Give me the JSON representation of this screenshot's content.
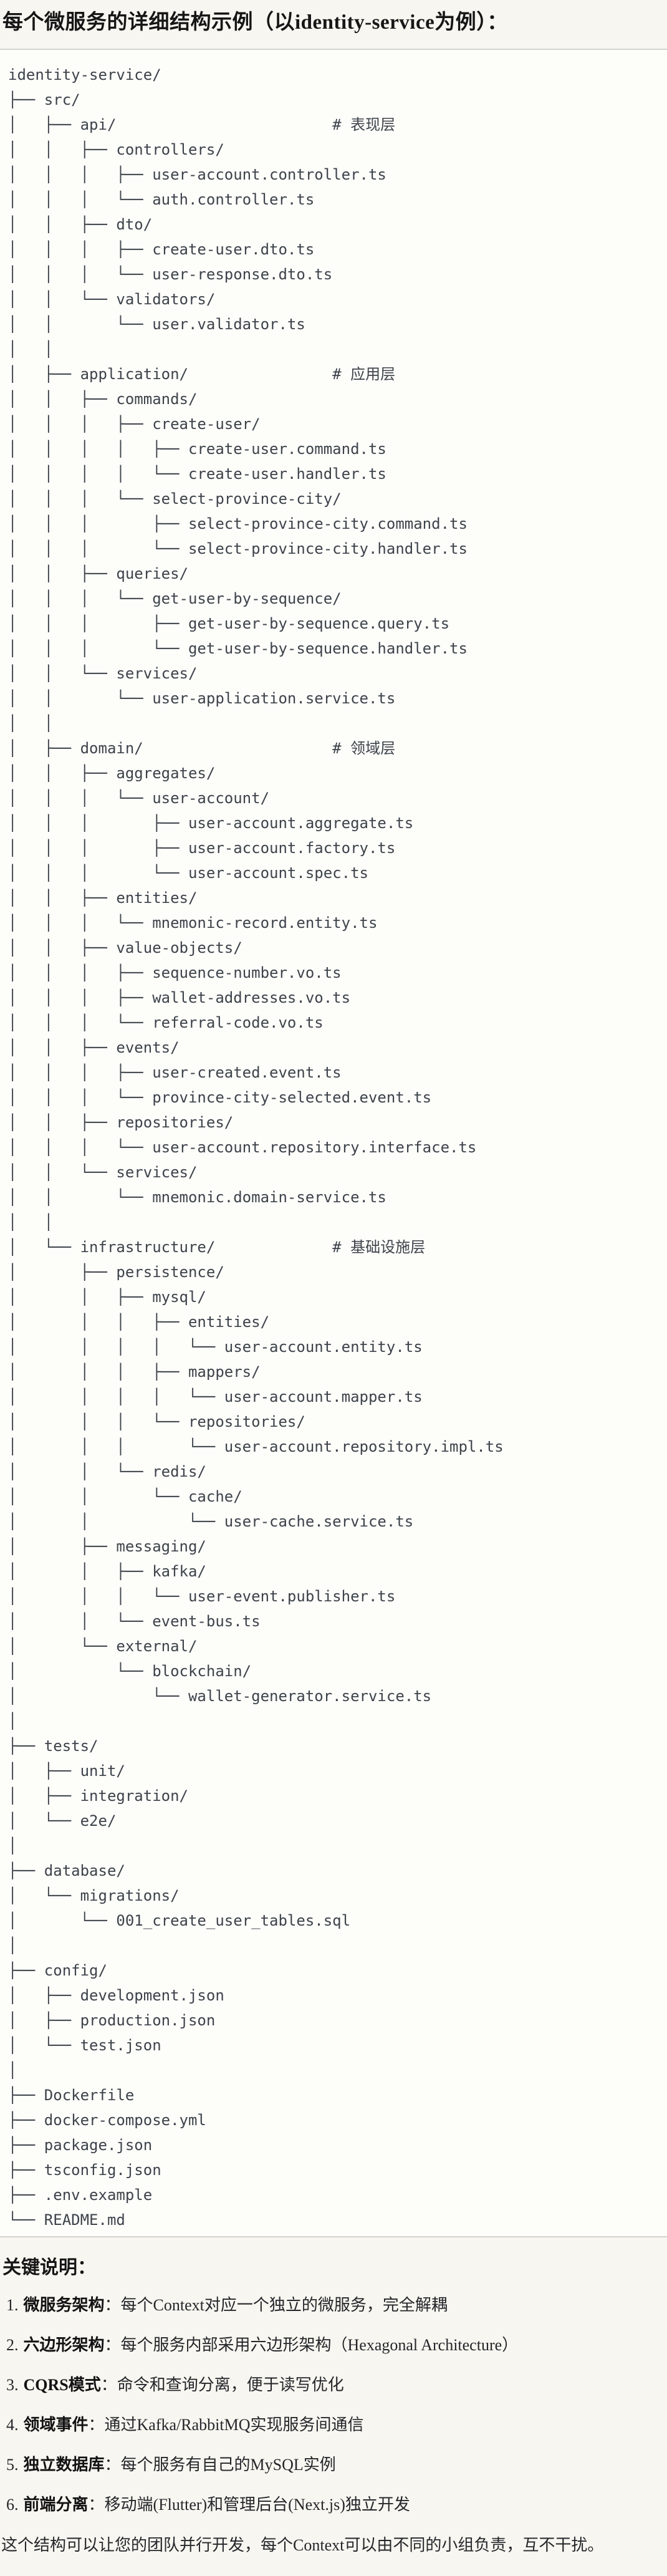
{
  "page": {
    "title": "每个微服务的详细结构示例（以identity-service为例）：",
    "notes_heading": "关键说明：",
    "footer": "这个结构可以让您的团队并行开发，每个Context可以由不同的小组负责，互不干扰。"
  },
  "colors": {
    "page_background": "#f7f6f0",
    "code_background": "#fdfdfa",
    "code_border": "#d4d3cd",
    "code_text": "#3d434a",
    "heading_text": "#161616",
    "body_text": "#25262a"
  },
  "tree": {
    "layer_comments": [
      "# 表现层",
      "# 应用层",
      "# 领域层",
      "# 基础设施层"
    ],
    "lines": [
      "identity-service/",
      "├── src/",
      "│   ├── api/                        # 表现层",
      "│   │   ├── controllers/",
      "│   │   │   ├── user-account.controller.ts",
      "│   │   │   └── auth.controller.ts",
      "│   │   ├── dto/",
      "│   │   │   ├── create-user.dto.ts",
      "│   │   │   └── user-response.dto.ts",
      "│   │   └── validators/",
      "│   │       └── user.validator.ts",
      "│   │",
      "│   ├── application/                # 应用层",
      "│   │   ├── commands/",
      "│   │   │   ├── create-user/",
      "│   │   │   │   ├── create-user.command.ts",
      "│   │   │   │   └── create-user.handler.ts",
      "│   │   │   └── select-province-city/",
      "│   │   │       ├── select-province-city.command.ts",
      "│   │   │       └── select-province-city.handler.ts",
      "│   │   ├── queries/",
      "│   │   │   └── get-user-by-sequence/",
      "│   │   │       ├── get-user-by-sequence.query.ts",
      "│   │   │       └── get-user-by-sequence.handler.ts",
      "│   │   └── services/",
      "│   │       └── user-application.service.ts",
      "│   │",
      "│   ├── domain/                     # 领域层",
      "│   │   ├── aggregates/",
      "│   │   │   └── user-account/",
      "│   │   │       ├── user-account.aggregate.ts",
      "│   │   │       ├── user-account.factory.ts",
      "│   │   │       └── user-account.spec.ts",
      "│   │   ├── entities/",
      "│   │   │   └── mnemonic-record.entity.ts",
      "│   │   ├── value-objects/",
      "│   │   │   ├── sequence-number.vo.ts",
      "│   │   │   ├── wallet-addresses.vo.ts",
      "│   │   │   └── referral-code.vo.ts",
      "│   │   ├── events/",
      "│   │   │   ├── user-created.event.ts",
      "│   │   │   └── province-city-selected.event.ts",
      "│   │   ├── repositories/",
      "│   │   │   └── user-account.repository.interface.ts",
      "│   │   └── services/",
      "│   │       └── mnemonic.domain-service.ts",
      "│   │",
      "│   └── infrastructure/             # 基础设施层",
      "│       ├── persistence/",
      "│       │   ├── mysql/",
      "│       │   │   ├── entities/",
      "│       │   │   │   └── user-account.entity.ts",
      "│       │   │   ├── mappers/",
      "│       │   │   │   └── user-account.mapper.ts",
      "│       │   │   └── repositories/",
      "│       │   │       └── user-account.repository.impl.ts",
      "│       │   └── redis/",
      "│       │       └── cache/",
      "│       │           └── user-cache.service.ts",
      "│       ├── messaging/",
      "│       │   ├── kafka/",
      "│       │   │   └── user-event.publisher.ts",
      "│       │   └── event-bus.ts",
      "│       └── external/",
      "│           └── blockchain/",
      "│               └── wallet-generator.service.ts",
      "│",
      "├── tests/",
      "│   ├── unit/",
      "│   ├── integration/",
      "│   └── e2e/",
      "│",
      "├── database/",
      "│   └── migrations/",
      "│       └── 001_create_user_tables.sql",
      "│",
      "├── config/",
      "│   ├── development.json",
      "│   ├── production.json",
      "│   └── test.json",
      "│",
      "├── Dockerfile",
      "├── docker-compose.yml",
      "├── package.json",
      "├── tsconfig.json",
      "├── .env.example",
      "└── README.md"
    ]
  },
  "notes": [
    {
      "num": "1.",
      "term": "微服务架构",
      "colon": "：",
      "text": "每个Context对应一个独立的微服务，完全解耦"
    },
    {
      "num": "2.",
      "term": "六边形架构",
      "colon": "：",
      "text": "每个服务内部采用六边形架构（Hexagonal Architecture）"
    },
    {
      "num": "3.",
      "term": "CQRS模式",
      "colon": "：",
      "text": "命令和查询分离，便于读写优化"
    },
    {
      "num": "4.",
      "term": "领域事件",
      "colon": "：",
      "text": "通过Kafka/RabbitMQ实现服务间通信"
    },
    {
      "num": "5.",
      "term": "独立数据库",
      "colon": "：",
      "text": "每个服务有自己的MySQL实例"
    },
    {
      "num": "6.",
      "term": "前端分离",
      "colon": "：",
      "text": "移动端(Flutter)和管理后台(Next.js)独立开发"
    }
  ]
}
